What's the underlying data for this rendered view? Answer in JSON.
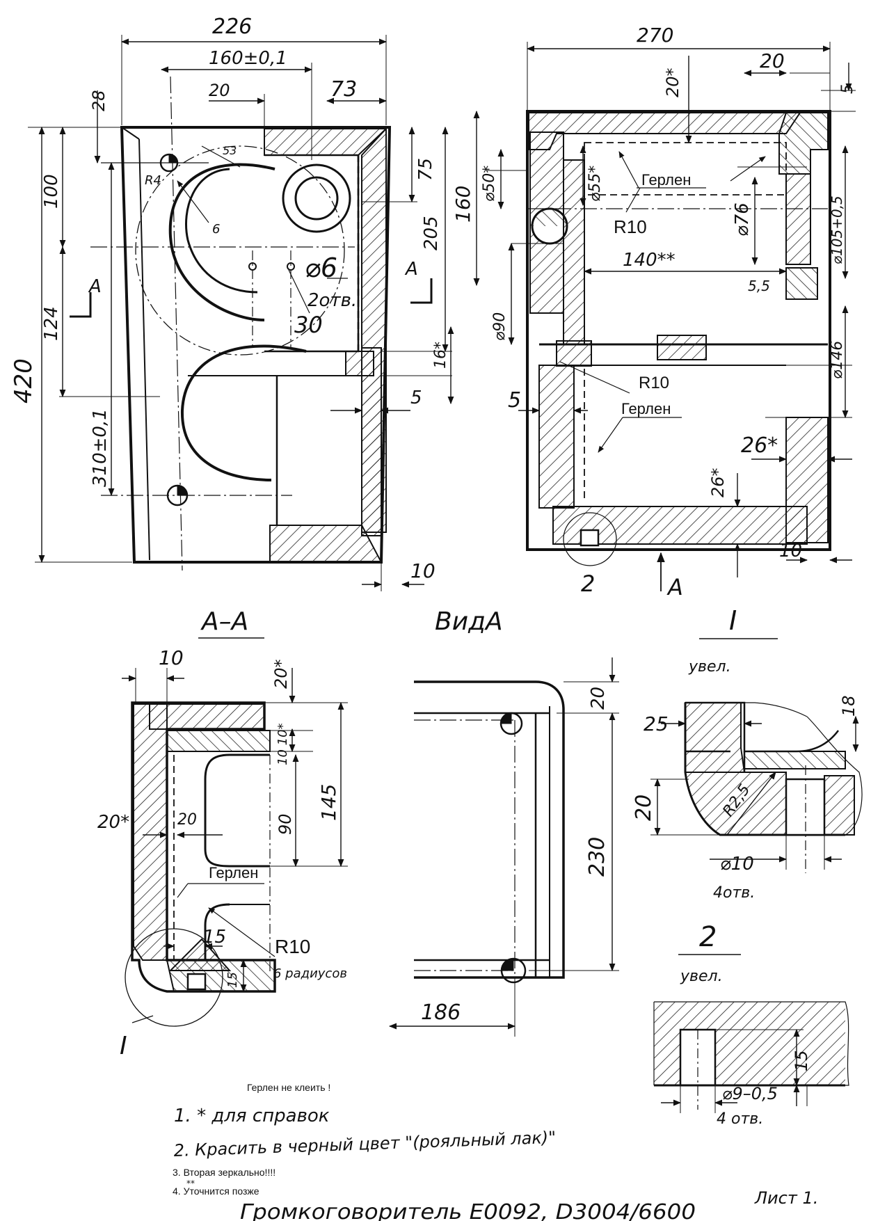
{
  "dims": {
    "d226": "226",
    "d160": "160±0,1",
    "d20a": "20",
    "d73": "73",
    "d28": "28",
    "d100": "100",
    "d53": "53",
    "r4": "R4",
    "d6s": "6",
    "d6": "⌀6",
    "holes2": "2отв.",
    "d30": "30",
    "d75": "75",
    "d205": "205",
    "d124": "124",
    "d420": "420",
    "d310": "310±0,1",
    "d16": "16*",
    "d5a": "5",
    "d10a": "10",
    "d270": "270",
    "d20b": "20",
    "d20star": "20*",
    "d5b": "5",
    "d50": "⌀50*",
    "d55": "⌀55*",
    "gerlen1": "Герлен",
    "r10a": "R10",
    "d76": "⌀76",
    "d105": "⌀105+0,5",
    "d160v": "160",
    "d140": "140**",
    "d55b": "5,5",
    "d90": "⌀90",
    "d146": "⌀146",
    "r10b": "R10",
    "gerlen2": "Герлен",
    "d5c": "5",
    "d26a": "26*",
    "d26b": "26*",
    "d10b": "10",
    "n2": "2",
    "A": "A"
  },
  "section": {
    "title": "A–A",
    "d10": "10",
    "d20star": "20*",
    "d10x2": "10 10*",
    "d145": "145",
    "d90": "90",
    "d20star_l": "20*",
    "d20": "20",
    "gerlen": "Герлен",
    "d15a": "15",
    "d15b": "15",
    "r10": "R10",
    "r10note": "6 радиусов",
    "callout": "I"
  },
  "viewA": {
    "title": "ВидА",
    "d20": "20",
    "d230": "230",
    "d186": "186"
  },
  "detail1": {
    "title": "I",
    "subtitle": "увел.",
    "d25": "25",
    "d18": "18",
    "d20": "20",
    "r25": "R2,5",
    "d10": "⌀10",
    "holes": "4отв."
  },
  "detail2": {
    "title": "2",
    "subtitle": "увел.",
    "d15": "15",
    "d9": "⌀9–0,5",
    "holes": "4 отв."
  },
  "notes": {
    "no_glue": "Герлен не клеить !",
    "n1": "1. * для справок",
    "n2": "2. Красить в черный цвет \"(рояльный лак)\"",
    "n3": "3. Вторая зеркально!!!!",
    "n4_mark": "**",
    "n4": "4.   Уточнится  позже"
  },
  "titleblock": {
    "name": "Громкоговоритель E0092, D3004/6600",
    "sheet": "Лист 1."
  }
}
